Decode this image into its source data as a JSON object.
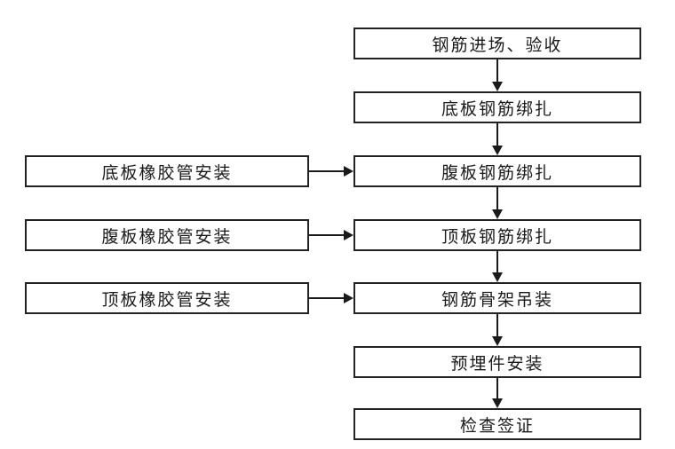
{
  "diagram": {
    "type": "flowchart",
    "colors": {
      "line": "#1a1a1a",
      "box_border": "#222222",
      "box_fill": "#ffffff",
      "background": "#ffffff",
      "text": "#1a1a1a"
    },
    "main_flow": [
      {
        "label": "钢筋进场、验收"
      },
      {
        "label": "底板钢筋绑扎"
      },
      {
        "label": "腹板钢筋绑扎"
      },
      {
        "label": "顶板钢筋绑扎"
      },
      {
        "label": "钢筋骨架吊装"
      },
      {
        "label": "预埋件安装"
      },
      {
        "label": "检查签证"
      }
    ],
    "side_flow": [
      {
        "label": "底板橡胶管安装",
        "arrow_to": "腹板钢筋绑扎"
      },
      {
        "label": "腹板橡胶管安装",
        "arrow_to": "顶板钢筋绑扎"
      },
      {
        "label": "顶板橡胶管安装",
        "arrow_to": "钢筋骨架吊装"
      }
    ]
  }
}
